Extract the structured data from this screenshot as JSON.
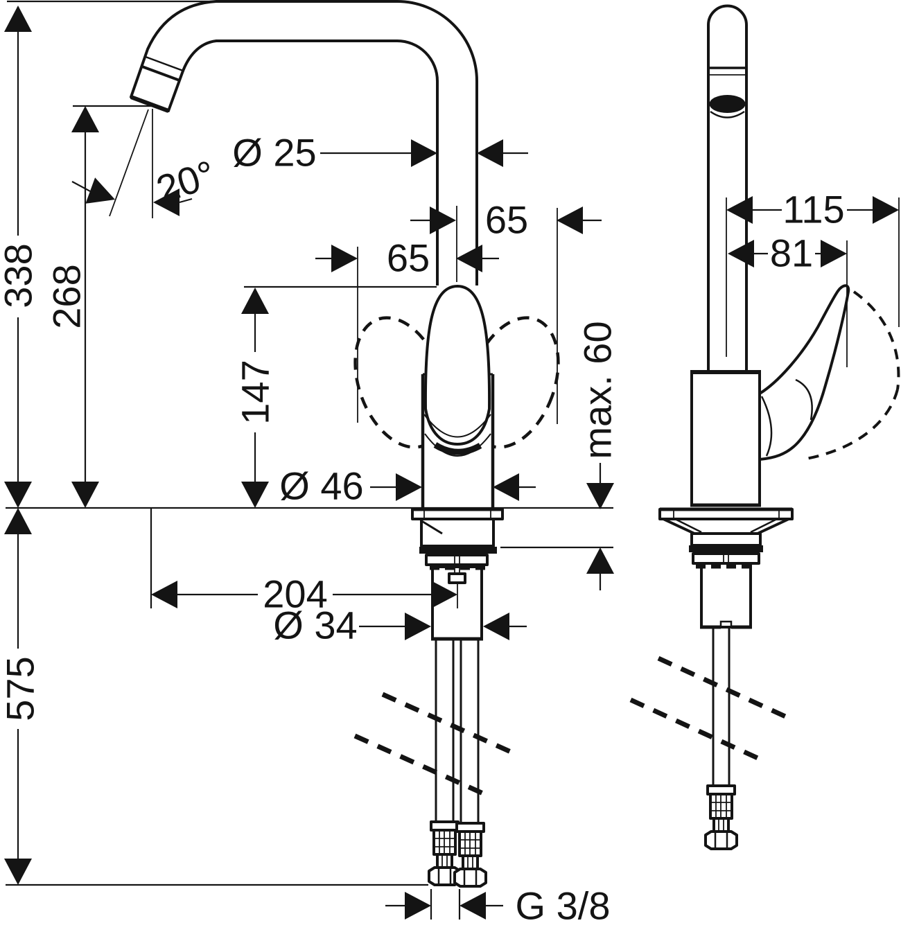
{
  "meta": {
    "type": "technical-dimension-drawing",
    "views": [
      "front",
      "side"
    ],
    "ink_color": "#141414",
    "background_color": "#ffffff"
  },
  "dimensions": {
    "total_height": "338",
    "spout_outlet_height": "268",
    "hose_length_below_counter": "575",
    "spout_angle": "20°",
    "spout_pipe_diameter": "Ø 25",
    "handle_swing_right": "65",
    "handle_swing_left": "65",
    "body_top_height": "147",
    "body_base_diameter": "Ø 46",
    "max_counter_thickness": "max. 60",
    "spout_reach": "204",
    "shank_diameter": "Ø 34",
    "supply_hose_thread": "G 3/8",
    "side_total_depth": "115",
    "side_handle_reach": "81"
  }
}
